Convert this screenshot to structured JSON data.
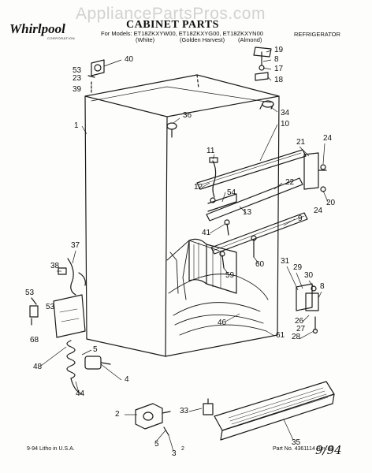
{
  "watermark": "AppliancePartsPros.com",
  "brand": {
    "logo": "Whirlpool",
    "corp": "CORPORATION"
  },
  "header": {
    "title": "CABINET PARTS",
    "models_line": "For Models: ET18ZKXYW00, ET18ZKXYG00, ET18ZKXYN00",
    "colors": [
      "(White)",
      "(Golden Harvest)",
      "(Almond)"
    ],
    "section": "REFRIGERATOR"
  },
  "footer": {
    "date_litho": "9-94  Litho in U.S.A.",
    "page": "2",
    "part_no": "Part No. 4361114 Rev. B",
    "handwritten": "9/94"
  },
  "callouts": [
    {
      "id": "c53a",
      "text": "53"
    },
    {
      "id": "c23",
      "text": "23"
    },
    {
      "id": "c40",
      "text": "40"
    },
    {
      "id": "c39",
      "text": "39"
    },
    {
      "id": "c1",
      "text": "1"
    },
    {
      "id": "c36",
      "text": "36"
    },
    {
      "id": "c19",
      "text": "19"
    },
    {
      "id": "c8a",
      "text": "8"
    },
    {
      "id": "c17",
      "text": "17"
    },
    {
      "id": "c18",
      "text": "18"
    },
    {
      "id": "c34",
      "text": "34"
    },
    {
      "id": "c10",
      "text": "10"
    },
    {
      "id": "c21",
      "text": "21"
    },
    {
      "id": "c24a",
      "text": "24"
    },
    {
      "id": "c11",
      "text": "11"
    },
    {
      "id": "c12",
      "text": "12"
    },
    {
      "id": "c54",
      "text": "54"
    },
    {
      "id": "c22",
      "text": "22"
    },
    {
      "id": "c13",
      "text": "13"
    },
    {
      "id": "c20",
      "text": "20"
    },
    {
      "id": "c24b",
      "text": "24"
    },
    {
      "id": "c9",
      "text": "9"
    },
    {
      "id": "c41",
      "text": "41"
    },
    {
      "id": "c37",
      "text": "37"
    },
    {
      "id": "c38",
      "text": "38"
    },
    {
      "id": "c59",
      "text": "59"
    },
    {
      "id": "c60",
      "text": "60"
    },
    {
      "id": "c31",
      "text": "31"
    },
    {
      "id": "c29",
      "text": "29"
    },
    {
      "id": "c30",
      "text": "30"
    },
    {
      "id": "c8b",
      "text": "8"
    },
    {
      "id": "c53b",
      "text": "53"
    },
    {
      "id": "c53c",
      "text": "53"
    },
    {
      "id": "c46",
      "text": "46"
    },
    {
      "id": "c26",
      "text": "26"
    },
    {
      "id": "c27",
      "text": "27"
    },
    {
      "id": "c28",
      "text": "28"
    },
    {
      "id": "c68",
      "text": "68"
    },
    {
      "id": "c61",
      "text": "61"
    },
    {
      "id": "c48",
      "text": "48"
    },
    {
      "id": "c5a",
      "text": "5"
    },
    {
      "id": "c4",
      "text": "4"
    },
    {
      "id": "c44",
      "text": "44"
    },
    {
      "id": "c2",
      "text": "2"
    },
    {
      "id": "c33",
      "text": "33"
    },
    {
      "id": "c5b",
      "text": "5"
    },
    {
      "id": "c3",
      "text": "3"
    },
    {
      "id": "c35",
      "text": "35"
    }
  ]
}
